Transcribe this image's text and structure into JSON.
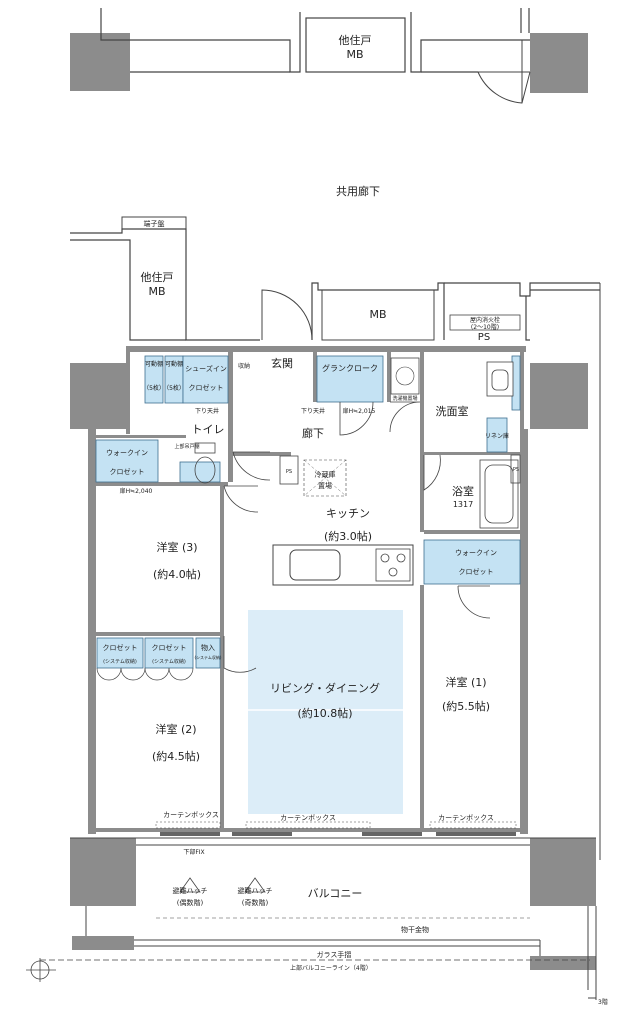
{
  "colors": {
    "wall": "#8c8c8c",
    "wall_dark": "#7a7a7a",
    "line": "#444444",
    "storage_blue": "#c4e2f3",
    "storage_border": "#3f6f8f",
    "living_blue": "#dcedf8",
    "text": "#222222"
  },
  "labels": {
    "other_unit_top": "他住戸",
    "mb_top": "MB",
    "corridor": "共用廊下",
    "terminal_board": "端子盤",
    "other_unit_left": "他住戸",
    "mb_left": "MB",
    "mb_center": "MB",
    "fire_hydrant": "屋内消火栓",
    "fire_hydrant_floors": "(2〜10階)",
    "ps": "PS",
    "movable_shelf_1": "可動棚",
    "movable_shelf_1_count": "（5枚）",
    "movable_shelf_2": "可動棚",
    "movable_shelf_2_count": "（5枚）",
    "shoes_in_closet_1": "シューズイン",
    "shoes_in_closet_2": "クロゼット",
    "storage_small": "収納",
    "entrance": "玄関",
    "grand_cloak": "グランクローク",
    "washer_space": "洗濯機置場",
    "wash_room": "洗面室",
    "door_height_215": "扉H≒2,015",
    "down_ceiling_1": "下り天井",
    "down_ceiling_2": "下り天井",
    "toilet": "トイレ",
    "upper_shelf": "上部吊戸棚",
    "hallway": "廊下",
    "linen": "リネン庫",
    "ps_small_1": "PS",
    "ps_small_2": "PS",
    "walkin_left_1": "ウォークイン",
    "walkin_left_2": "クロゼット",
    "door_height_204": "扉H≒2,040",
    "fridge_1": "冷蔵庫",
    "fridge_2": "置場",
    "bath": "浴室",
    "bath_size": "1317",
    "kitchen": "キッチン",
    "kitchen_size": "(約3.0帖)",
    "western_3": "洋室 (3)",
    "western_3_size": "(約4.0帖)",
    "walkin_right_1": "ウォークイン",
    "walkin_right_2": "クロゼット",
    "closet_a": "クロゼット",
    "closet_a_sub": "(システム収納)",
    "closet_b": "クロゼット",
    "closet_b_sub": "(システム収納)",
    "storage_item": "物入",
    "storage_item_sub": "(システム収納)",
    "living": "リビング・ダイニング",
    "living_size": "(約10.8帖)",
    "western_1": "洋室 (1)",
    "western_1_size": "(約5.5帖)",
    "western_2": "洋室 (2)",
    "western_2_size": "(約4.5帖)",
    "curtain_box_1": "カーテンボックス",
    "curtain_box_2": "カーテンボックス",
    "curtain_box_3": "カーテンボックス",
    "lower_fix": "下部FIX",
    "escape_hatch_1": "避難ハッチ",
    "escape_hatch_1_sub": "(偶数階)",
    "escape_hatch_2": "避難ハッチ",
    "escape_hatch_2_sub": "(奇数階)",
    "balcony": "バルコニー",
    "laundry_hardware": "物干金物",
    "glass_rail": "ガラス手摺",
    "upper_balcony_line": "上部バルコニーライン（4階）",
    "floor3_note": "3階"
  },
  "icons": {
    "compass": "north-compass-icon",
    "sink": "kitchen-sink-icon",
    "stove": "stove-icon",
    "bathtub": "bathtub-icon",
    "toilet": "toilet-icon",
    "washbasin": "washbasin-icon",
    "washer": "washing-machine-icon"
  }
}
